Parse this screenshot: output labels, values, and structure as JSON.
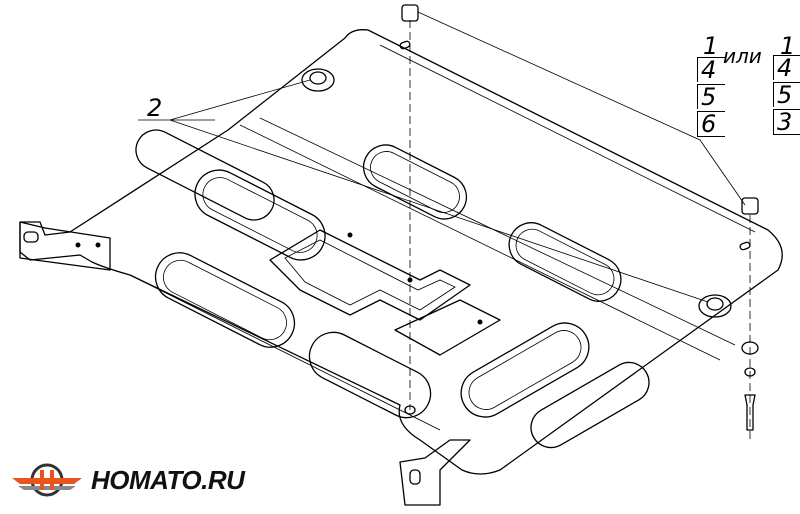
{
  "diagram": {
    "callout_part": "2",
    "fastener_sets": {
      "set_a": [
        "1",
        "4",
        "5",
        "6"
      ],
      "separator": "или",
      "set_b": [
        "1",
        "4",
        "5",
        "3"
      ]
    }
  },
  "logo": {
    "text": "HOMATO.RU",
    "accent_color": "#e8541c"
  }
}
